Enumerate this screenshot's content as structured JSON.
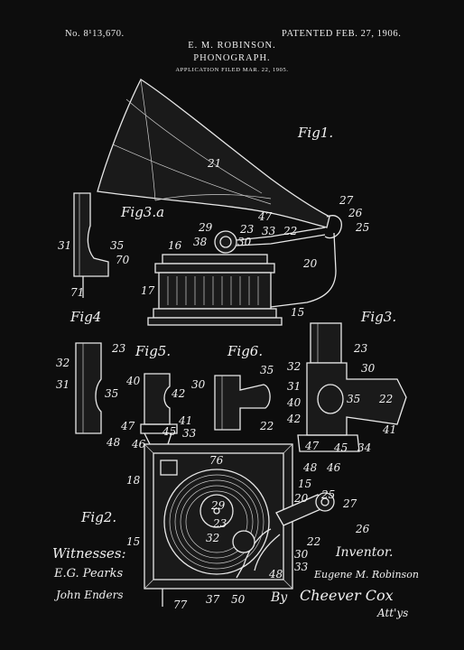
{
  "header": {
    "patent_no": "No. 8¹13,670.",
    "patented": "PATENTED FEB. 27, 1906.",
    "inventor_line": "E. M. ROBINSON.",
    "title": "PHONOGRAPH.",
    "filed": "APPLICATION FILED MAR. 22, 1905."
  },
  "figures": {
    "fig1": "Fig1.",
    "fig2": "Fig2.",
    "fig3": "Fig3.",
    "fig3a": "Fig3.a",
    "fig4": "Fig4",
    "fig5": "Fig5.",
    "fig6": "Fig6."
  },
  "reference_numerals": {
    "fig1": [
      "21",
      "27",
      "26",
      "47",
      "29",
      "23",
      "33",
      "22",
      "25",
      "38",
      "30",
      "16",
      "20",
      "17",
      "15"
    ],
    "fig3a": [
      "31",
      "35",
      "70",
      "71"
    ],
    "fig4": [
      "32",
      "23",
      "31",
      "35"
    ],
    "fig5": [
      "40",
      "42",
      "47",
      "41",
      "48",
      "46",
      "45",
      "33"
    ],
    "fig6": [
      "30",
      "35",
      "22"
    ],
    "fig3": [
      "23",
      "32",
      "30",
      "31",
      "40",
      "35",
      "22",
      "42",
      "41",
      "47",
      "45",
      "34",
      "48",
      "46"
    ],
    "fig2": [
      "76",
      "18",
      "15",
      "29",
      "23",
      "20",
      "25",
      "27",
      "26",
      "32",
      "15",
      "22",
      "30",
      "33",
      "48",
      "37",
      "50",
      "77"
    ]
  },
  "signatures": {
    "witnesses_label": "Witnesses:",
    "witness1": "E.G. Pearks",
    "witness2": "John Enders",
    "inventor_label": "Inventor.",
    "inventor_name": "Eugene M. Robinson",
    "by_label": "By",
    "attorney": "Cheever Cox",
    "attys_label": "Att'ys"
  },
  "colors": {
    "background": "#0d0d0d",
    "ink": "#e8e8e8"
  }
}
